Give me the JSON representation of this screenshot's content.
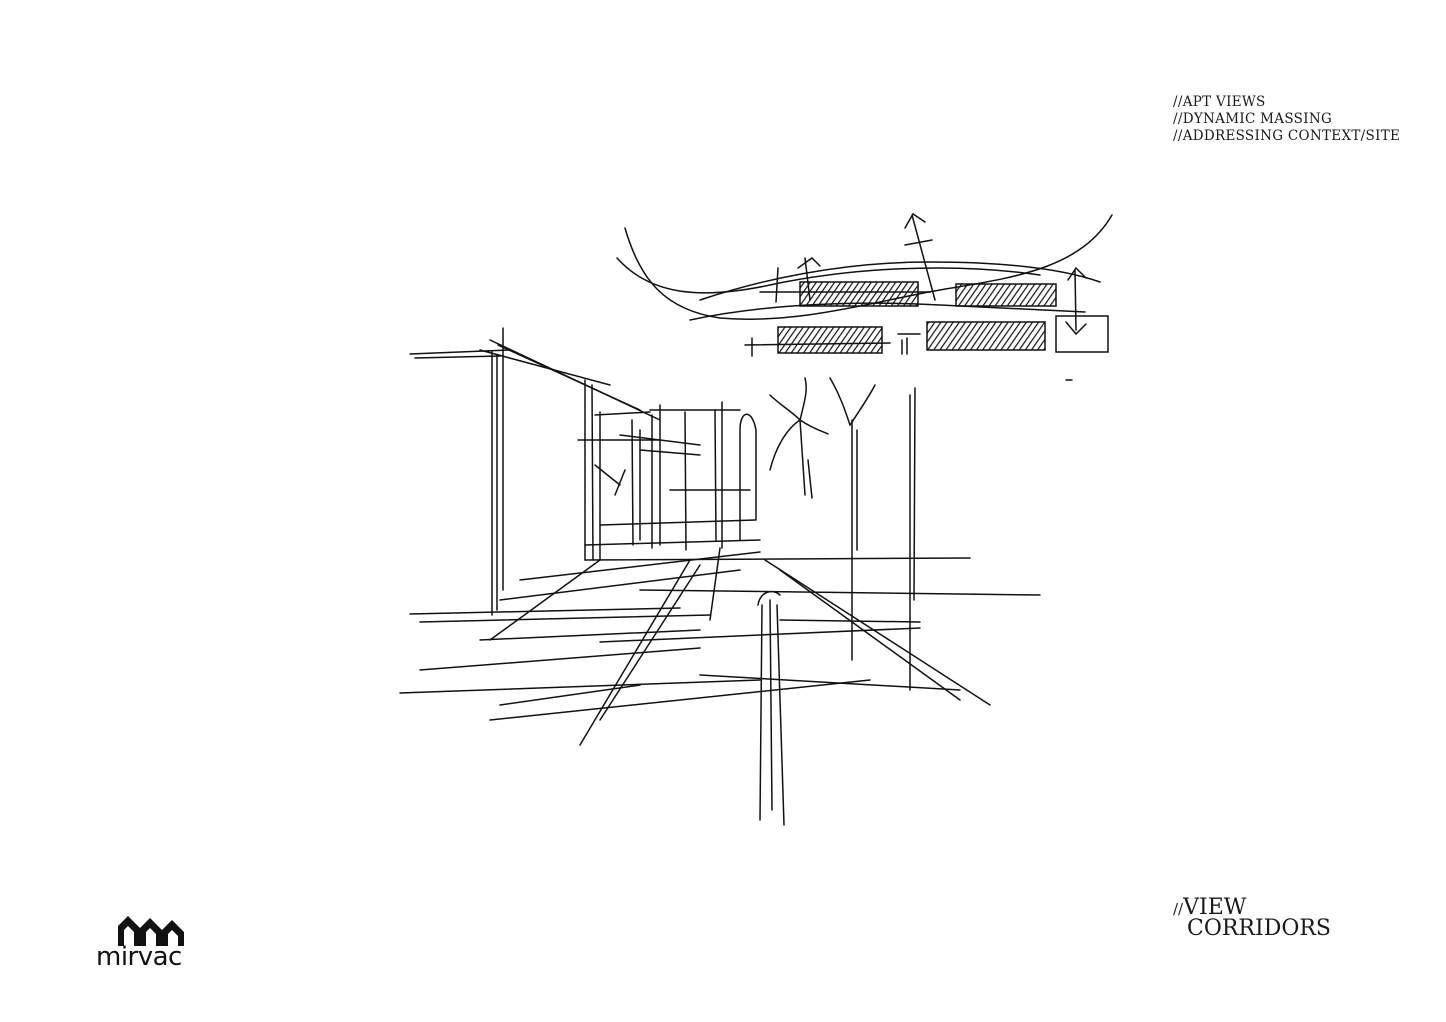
{
  "notes": {
    "line1": "//APT VIEWS",
    "line2": "//DYNAMIC MASSING",
    "line3": "//ADDRESSING CONTEXT/SITE"
  },
  "title": {
    "prefix": "//",
    "line1": "VIEW",
    "line2": "CORRIDORS"
  },
  "logo": {
    "text": "mirvac"
  },
  "colors": {
    "ink": "#111111",
    "background": "#ffffff"
  }
}
